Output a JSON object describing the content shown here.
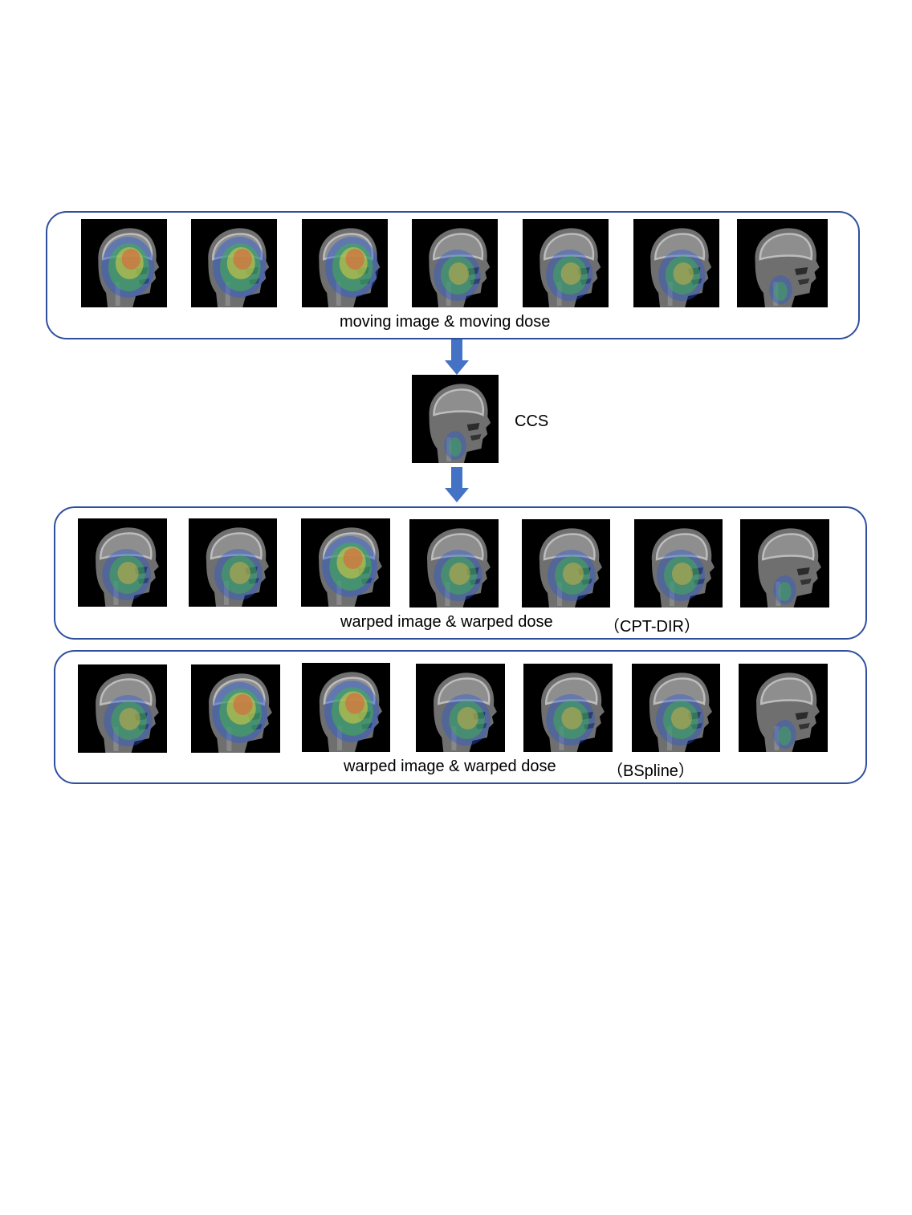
{
  "colors": {
    "panel_border": "#2f4f9e",
    "arrow": "#4472c4"
  },
  "rows": [
    {
      "id": "moving",
      "caption": "moving image & moving dose",
      "method": "",
      "doses": [
        "high",
        "high",
        "high",
        "mid",
        "mid",
        "mid",
        "low"
      ]
    },
    {
      "id": "cptdir",
      "caption": "warped image & warped dose",
      "method": "（CPT-DIR）",
      "doses": [
        "mid",
        "mid",
        "high",
        "mid",
        "mid",
        "mid",
        "low"
      ]
    },
    {
      "id": "bspline",
      "caption": "warped image & warped dose",
      "method": "（BSpline）",
      "doses": [
        "mid",
        "high",
        "high",
        "mid",
        "mid",
        "mid",
        "low"
      ]
    }
  ],
  "ccs": {
    "label": "CCS"
  }
}
